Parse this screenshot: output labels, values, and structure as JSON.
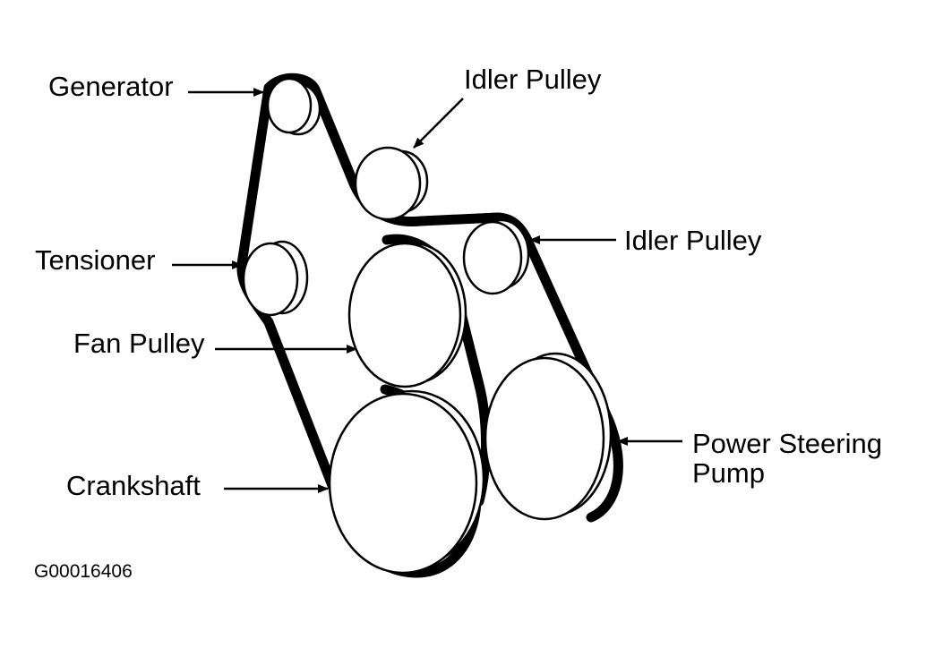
{
  "labels": {
    "generator": "Generator",
    "idler_top": "Idler Pulley",
    "idler_right": "Idler Pulley",
    "tensioner": "Tensioner",
    "fan_pulley": "Fan Pulley",
    "power_steering_line1": "Power Steering",
    "power_steering_line2": "Pump",
    "crankshaft": "Crankshaft"
  },
  "figure_code": "G00016406",
  "colors": {
    "ink": "#000000",
    "paper": "#ffffff"
  }
}
